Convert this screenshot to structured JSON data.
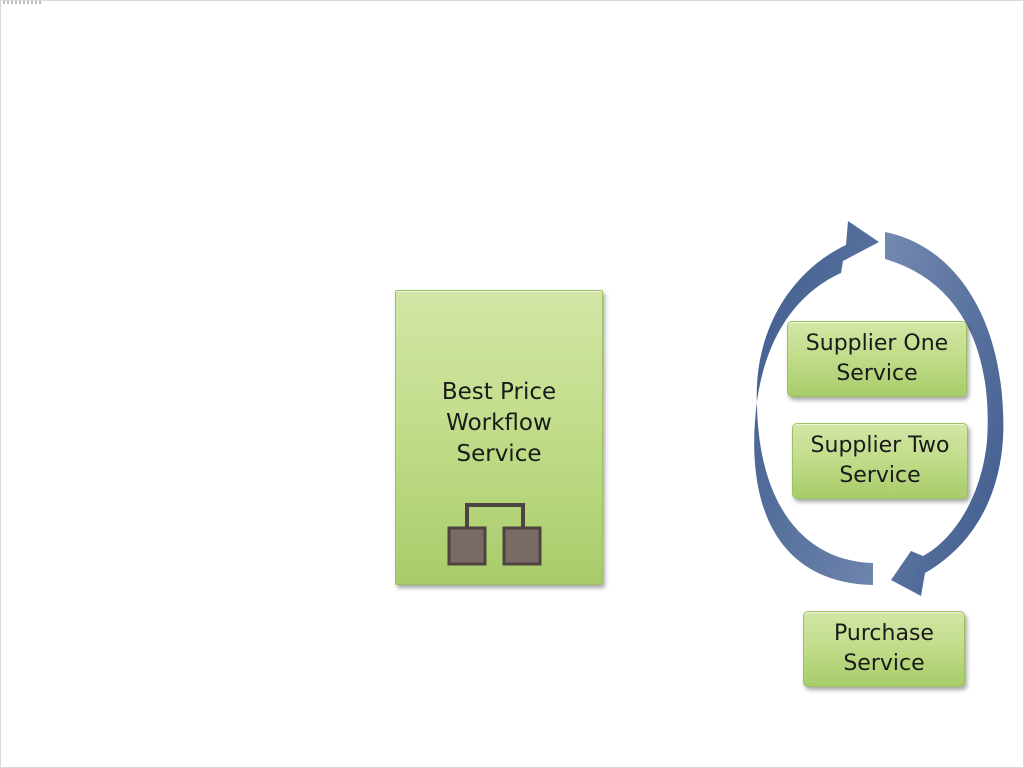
{
  "slide": {
    "workflow_service": {
      "label": "Best Price\nWorkflow\nService",
      "icon": "hierarchy-icon"
    },
    "supplier_one": {
      "label": "Supplier One\nService"
    },
    "supplier_two": {
      "label": "Supplier Two\nService"
    },
    "purchase": {
      "label": "Purchase\nService"
    },
    "cycle_arrows_icon": "circular-arrows-icon"
  },
  "colors": {
    "box_fill": "#c2dd8b",
    "box_border": "#9cbf62",
    "arrow_fill": "#4a6595",
    "icon_fill": "#7a6a66",
    "icon_stroke": "#4d4341"
  }
}
